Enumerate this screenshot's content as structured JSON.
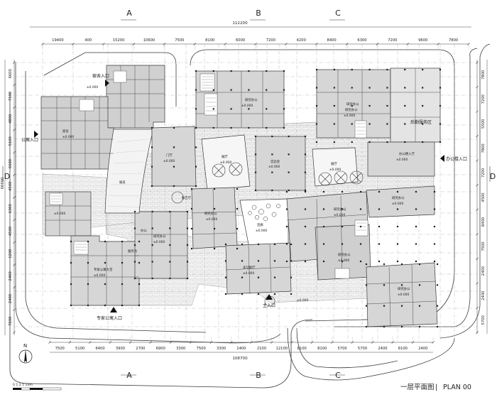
{
  "drawing": {
    "title": "一层平面图",
    "title_separator": "|",
    "plan_label": "PLAN 00",
    "north_label": "N",
    "scale_label": "0  1 2        5          10m",
    "overall_top_dimension": "112200",
    "overall_bottom_dimension": "108700"
  },
  "axes": {
    "a": "A",
    "b": "B",
    "c": "C",
    "d": "D"
  },
  "top_dimensions": [
    "19400",
    "400",
    "15200",
    "10600",
    "7500",
    "8100",
    "6000",
    "7200",
    "4200",
    "8400",
    "6300",
    "7200",
    "9600",
    "7800"
  ],
  "bottom_dimensions": [
    "7500",
    "5100",
    "6400",
    "3900",
    "2700",
    "6900",
    "3300",
    "7500",
    "3300",
    "2400",
    "2100",
    "12100",
    "8100",
    "8100",
    "5700",
    "5700",
    "2400",
    "8100",
    "2400"
  ],
  "left_dimensions": [
    "6600",
    "7100",
    "4800",
    "5100",
    "6600",
    "4500",
    "6300",
    "4500",
    "1200",
    "2400",
    "2400",
    "7200"
  ],
  "right_dimensions": [
    "7800",
    "7200",
    "5500",
    "7800",
    "7200",
    "4500",
    "8400",
    "7500",
    "2400",
    "2400",
    "5700"
  ],
  "left_total_dimension": "66600",
  "entrances": {
    "dorm_entrance": "宿舍入口",
    "apartment_entrance": "公寓入口",
    "office_entrance": "办公楼入口",
    "expert_apartment_entrance": "专家公寓入口",
    "main_entrance": "主入口"
  },
  "zones": {
    "logistics_service_zone": "后勤服务区"
  },
  "rooms": {
    "office_1": "研究办公",
    "office_2": "研究办公",
    "office_3": "研究办公",
    "office_4": "研究办公",
    "office_5": "研究办公",
    "office_6": "研究办公",
    "office_7": "研究办公",
    "office_8": "研究办公",
    "office_9": "研究办公",
    "lab": "实验室",
    "hall": "门厅",
    "pavilion_1": "展厅",
    "pavilion_2": "展厅",
    "corridor": "连廊",
    "lecture": "报告厅",
    "exhibit": "展览",
    "expert_lobby": "专家公寓大堂",
    "service": "服务台",
    "office_lobby": "办公楼入厅",
    "multi_hall": "多功能厅",
    "dorm_room": "宿舍",
    "office_small": "办公"
  },
  "elevations": {
    "e1": "±0.000",
    "e2": "±0.000",
    "e3": "±0.000",
    "e4": "±0.000",
    "e5": "±0.000",
    "e6": "±0.000",
    "e7": "±0.000",
    "e8": "±0.000",
    "e9": "±0.000",
    "e10": "±0.000",
    "e11": "±0.000",
    "e12": "±0.000",
    "e13": "±0.000",
    "e14": "±0.000",
    "e15": "±0.000",
    "e16": "±0.000",
    "e17": "±0.000",
    "e18": "±0.000",
    "e19": "±0.000",
    "e20": "±0.000"
  },
  "colors": {
    "line": "#3a3a3a",
    "grid": "#9a9a9a",
    "room_fill": "#d9d9d9",
    "paving": "#eeeeee",
    "paper": "#ffffff"
  }
}
